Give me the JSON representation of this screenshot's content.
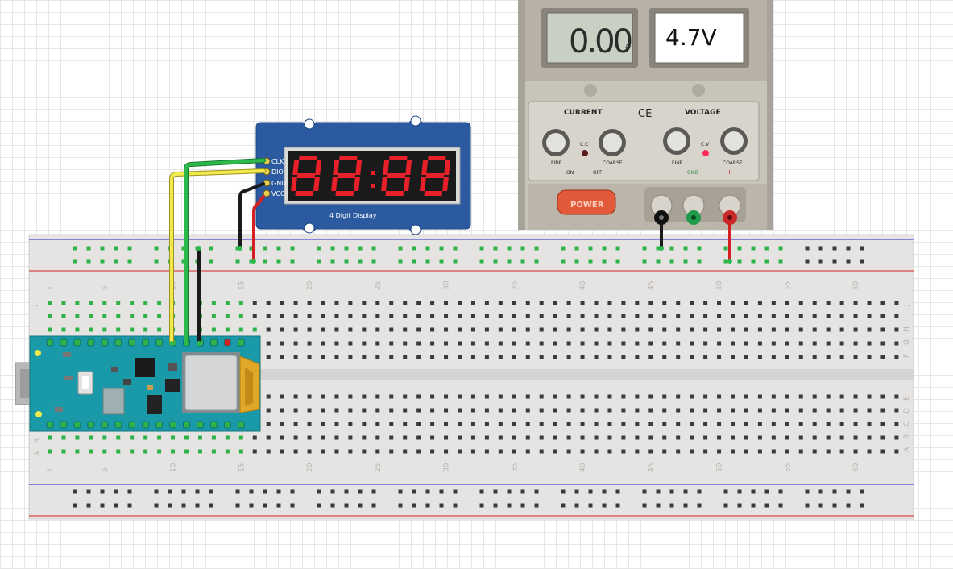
{
  "display": {
    "pins": [
      "CLK",
      "DIO",
      "GND",
      "VCC"
    ],
    "label": "4 Digit Display"
  },
  "power_supply": {
    "amp_reading": "0.00",
    "amp_unit": "A",
    "volt_reading": "4.7V",
    "current_label": "CURRENT",
    "voltage_label": "VOLTAGE",
    "ce_mark": "CE",
    "fine_label": "FINE",
    "coarse_label": "COARSE",
    "cc_label": "C.C",
    "cv_label": "C.V",
    "on_label": "ON",
    "off_label": "OFF",
    "power_label": "POWER",
    "minus_label": "−",
    "gnd_label": "GND",
    "plus_label": "+"
  },
  "breadboard": {
    "top_row_letters": [
      "J",
      "I",
      "H",
      "G",
      "F"
    ],
    "bottom_row_letters": [
      "E",
      "D",
      "C",
      "B",
      "A"
    ],
    "column_numbers": [
      "1",
      "5",
      "10",
      "15",
      "20",
      "25",
      "30",
      "35",
      "40",
      "45",
      "50",
      "55",
      "60"
    ]
  },
  "colors": {
    "wire_yellow": "#f2e94e",
    "wire_green": "#2db84b",
    "wire_black": "#1a1a1a",
    "wire_red": "#d42020",
    "display_board": "#2b5aa0",
    "segment_red": "#e8202a",
    "arduino_board": "#1a9aa8"
  }
}
